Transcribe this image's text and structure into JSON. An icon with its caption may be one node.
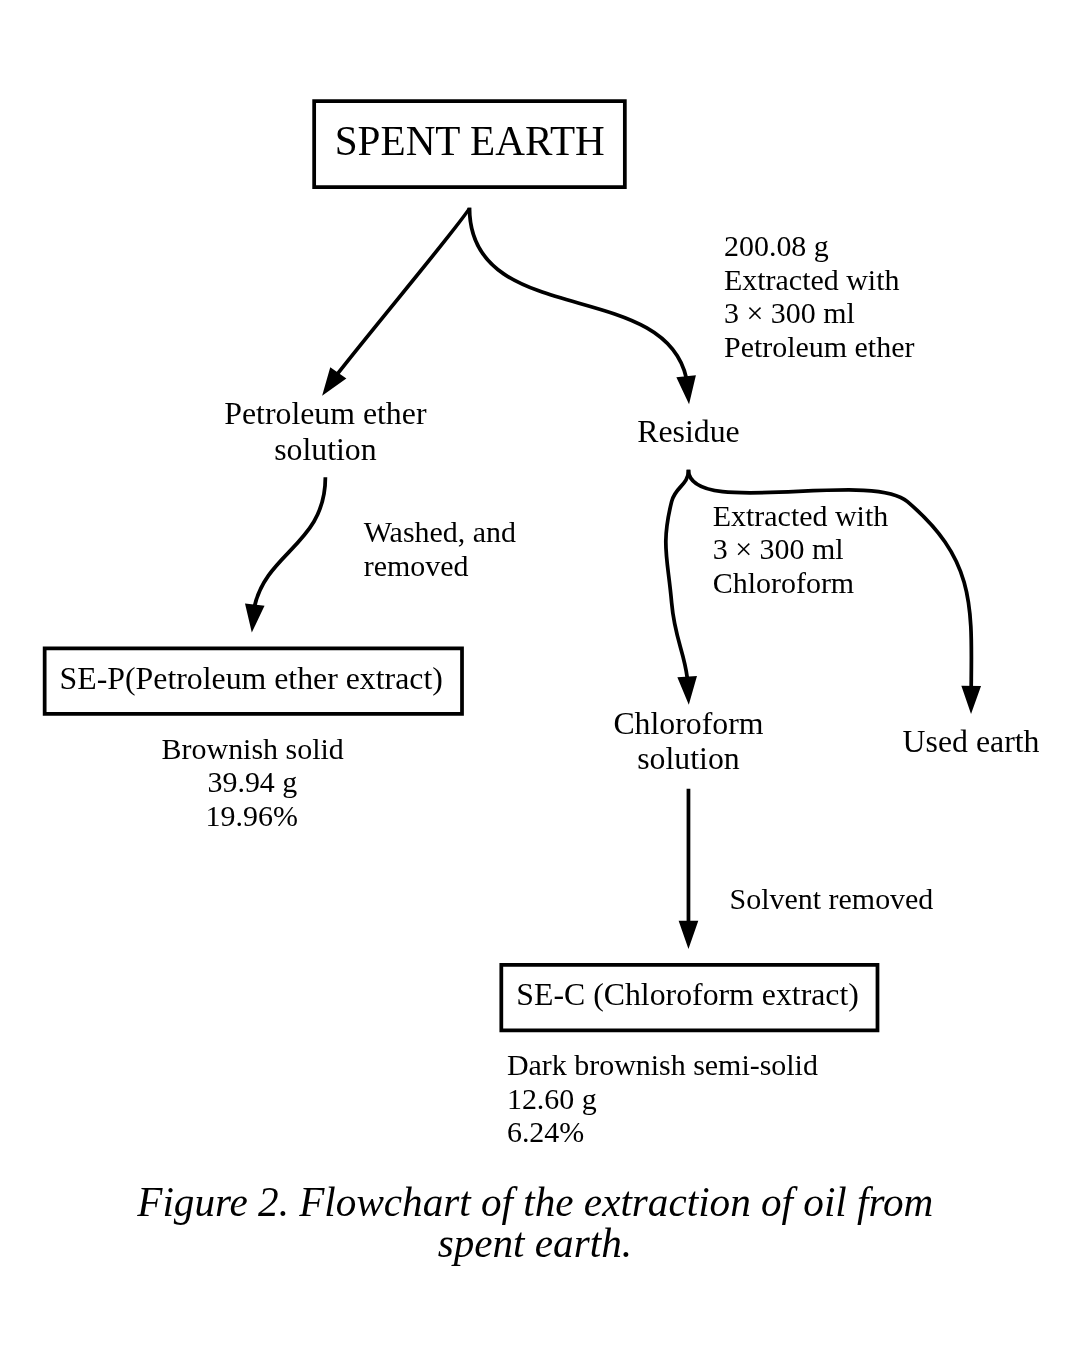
{
  "diagram": {
    "caption": "Figure 2. Flowchart of the extraction of oil from spent earth.",
    "nodes": [
      {
        "text": [
          "SPENT EARTH"
        ]
      },
      {
        "text": [
          "Petroleum ether solution"
        ]
      },
      {
        "text": [
          "Residue"
        ]
      },
      {
        "text": [
          "SE-P(Petroleum ether extract)"
        ],
        "beside": [
          "Brownish solid",
          "39.94 g",
          "19.96%"
        ]
      },
      {
        "text": [
          "Chloroform solution"
        ]
      },
      {
        "text": [
          "Used earth"
        ]
      },
      {
        "text": [
          "SE-C (Chloroform extract)"
        ],
        "beside": [
          "Dark brownish semi-solid",
          "12.60 g",
          "6.24%"
        ]
      }
    ],
    "edges": [
      {
        "from": 0,
        "to": 1,
        "arrow": "to"
      },
      {
        "from": 0,
        "to": 2,
        "arrow": "to",
        "label": "200.08 g Extracted with 3 × 300 ml Petroleum ether"
      },
      {
        "from": 1,
        "to": 3,
        "arrow": "to",
        "label": "Washed, and removed"
      },
      {
        "from": 2,
        "to": 4,
        "arrow": "to",
        "label": "Extracted with 3 × 300 ml Chloroform"
      },
      {
        "from": 2,
        "to": 5,
        "arrow": "to"
      },
      {
        "from": 4,
        "to": 6,
        "arrow": "to",
        "label": "Solvent removed"
      }
    ]
  }
}
